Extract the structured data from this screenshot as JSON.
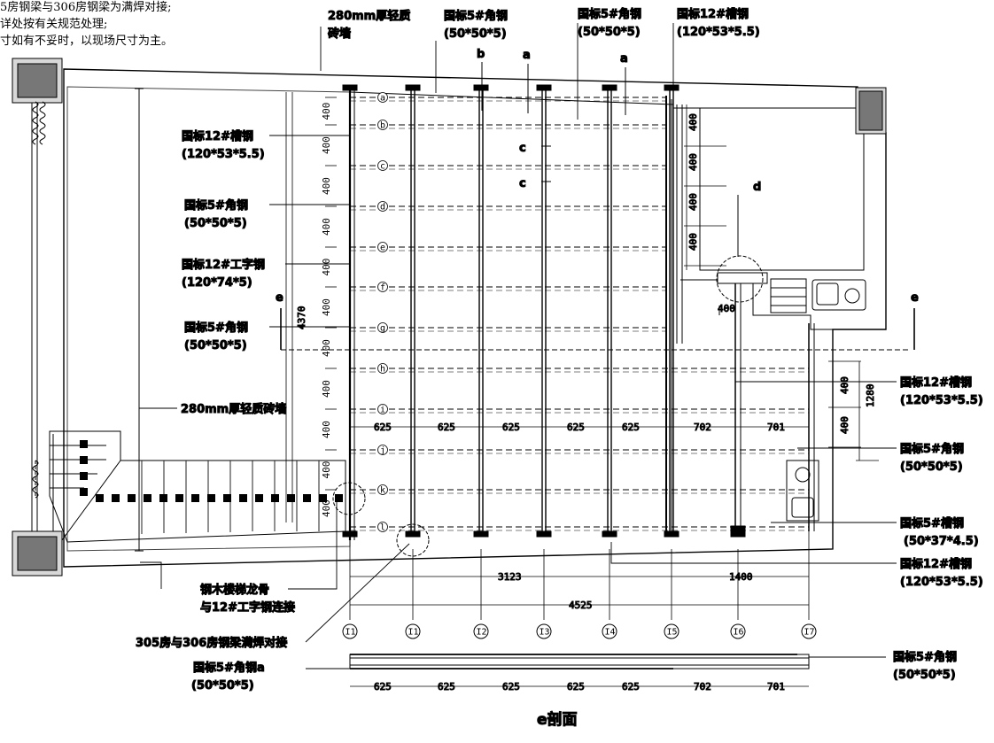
{
  "notes": [
    "5房钢梁与306房钢梁为满焊对接;",
    "详处按有关规范处理;",
    "寸如有不妥时，以现场尺寸为主。"
  ],
  "labels": {
    "wall_top_1": "280mm厚轻质",
    "wall_top_2": "砖墙",
    "angle_top_1": "国标5#角钢",
    "angle_top_1_spec": "(50*50*5)",
    "angle_top_2": "国标5#角钢",
    "angle_top_2_spec": "(50*50*5)",
    "channel_top": "国标12#槽钢",
    "channel_top_spec": "(120*53*5.5)",
    "channel_left": "国标12#槽钢",
    "channel_left_spec": "(120*53*5.5)",
    "angle_left_1": "国标5#角钢",
    "angle_left_1_spec": "(50*50*5)",
    "ibeam_left": "国标12#工字钢",
    "ibeam_left_spec": "(120*74*5)",
    "angle_left_2": "国标5#角钢",
    "angle_left_2_spec": "(50*50*5)",
    "wall_left": "280mm厚轻质砖墙",
    "stair_1": "钢木楼梯龙骨",
    "stair_2": "与12#工字钢连接",
    "weld": "305房与306房钢梁满焊对接",
    "angle_a": "国标5#角钢a",
    "angle_a_spec": "(50*50*5)",
    "channel_r1": "国标12#槽钢",
    "channel_r1_spec": "(120*53*5.5)",
    "angle_r1": "国标5#角钢",
    "angle_r1_spec": "(50*50*5)",
    "channel_r2": "国标5#槽钢",
    "channel_r2_spec": "(50*37*4.5)",
    "channel_r3": "国标12#槽钢",
    "channel_r3_spec": "(120*53*5.5)",
    "angle_r2": "国标5#角钢",
    "angle_r2_spec": "(50*50*5)",
    "section_title": "e剖面"
  },
  "markers": {
    "a": "a",
    "b": "b",
    "c": "c",
    "d": "d",
    "e": "e"
  },
  "row_letters": [
    "a",
    "b",
    "c",
    "d",
    "e",
    "f",
    "g",
    "h",
    "i",
    "j",
    "k",
    "l"
  ],
  "grid_labels": [
    "I1",
    "I1",
    "I2",
    "I3",
    "I4",
    "I5",
    "I6",
    "I7"
  ],
  "dims": {
    "spacing": "400",
    "bay": "625",
    "bay_702": "702",
    "bay_701": "701",
    "total_height": "4370",
    "d_3123": "3123",
    "d_1400": "1400",
    "d_4525": "4525",
    "d_1280": "1280"
  }
}
